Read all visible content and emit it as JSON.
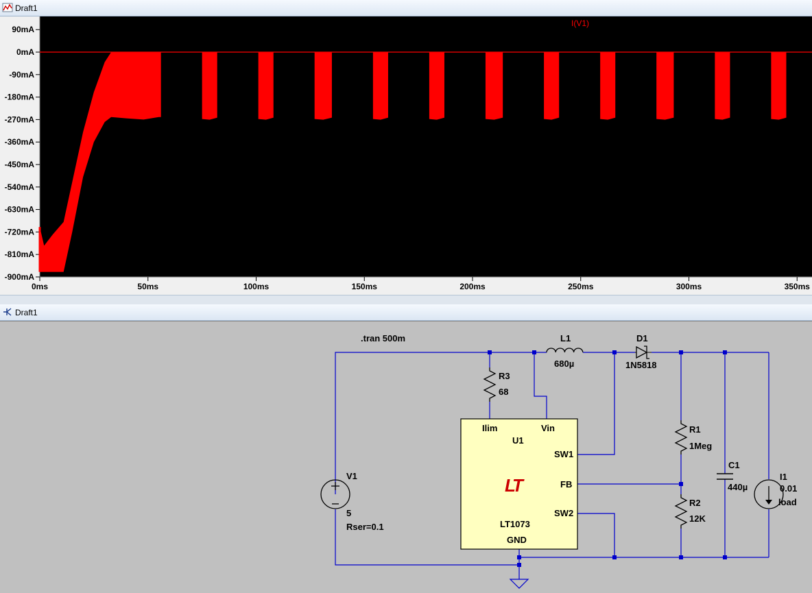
{
  "plot_window": {
    "title": "Draft1"
  },
  "schematic_window": {
    "title": "Draft1"
  },
  "chart_data": {
    "type": "line",
    "trace_label": "I(V1)",
    "trace_color": "#ff0000",
    "background": "#000000",
    "x_unit": "ms",
    "y_unit": "mA",
    "xlim": [
      0,
      355
    ],
    "ylim": [
      -900,
      90
    ],
    "x_ticks": [
      "0ms",
      "50ms",
      "100ms",
      "150ms",
      "200ms",
      "250ms",
      "300ms",
      "350ms"
    ],
    "x_tick_values": [
      0,
      50,
      100,
      150,
      200,
      250,
      300,
      350
    ],
    "y_ticks": [
      "90mA",
      "0mA",
      "-90mA",
      "-180mA",
      "-270mA",
      "-360mA",
      "-450mA",
      "-540mA",
      "-630mA",
      "-720mA",
      "-810mA",
      "-900mA"
    ],
    "y_tick_values": [
      90,
      0,
      -90,
      -180,
      -270,
      -360,
      -450,
      -540,
      -630,
      -720,
      -810,
      -900
    ],
    "startup_upper": [
      [
        0,
        -700
      ],
      [
        2,
        -775
      ],
      [
        6,
        -730
      ],
      [
        11,
        -680
      ],
      [
        15,
        -520
      ],
      [
        20,
        -320
      ],
      [
        25,
        -160
      ],
      [
        30,
        -40
      ],
      [
        33,
        0
      ]
    ],
    "startup_lower": [
      [
        0,
        -880
      ],
      [
        11,
        -880
      ],
      [
        15,
        -720
      ],
      [
        20,
        -500
      ],
      [
        25,
        -360
      ],
      [
        30,
        -280
      ],
      [
        33,
        -260
      ],
      [
        40,
        -265
      ],
      [
        48,
        -270
      ],
      [
        55,
        -260
      ]
    ],
    "startup_burst_end": 56,
    "bursts": [
      [
        75,
        82
      ],
      [
        101,
        108
      ],
      [
        127,
        135
      ],
      [
        154,
        161
      ],
      [
        180,
        187
      ],
      [
        206,
        214
      ],
      [
        233,
        240
      ],
      [
        259,
        266
      ],
      [
        285,
        293
      ],
      [
        312,
        319
      ],
      [
        338,
        345
      ]
    ],
    "burst_bottom": -268
  },
  "schematic": {
    "directive": ".tran 500m",
    "components": {
      "L1": {
        "ref": "L1",
        "value": "680µ"
      },
      "D1": {
        "ref": "D1",
        "value": "1N5818"
      },
      "R3": {
        "ref": "R3",
        "value": "68"
      },
      "R1": {
        "ref": "R1",
        "value": "1Meg"
      },
      "R2": {
        "ref": "R2",
        "value": "12K"
      },
      "C1": {
        "ref": "C1",
        "value": "440µ"
      },
      "I1": {
        "ref": "I1",
        "value": "0.01",
        "extra": "load"
      },
      "V1": {
        "ref": "V1",
        "value": "5",
        "extra": "Rser=0.1"
      },
      "U1": {
        "ref": "U1",
        "part": "LT1073",
        "logo": "LT",
        "pins": {
          "ilim": "Ilim",
          "vin": "Vin",
          "sw1": "SW1",
          "fb": "FB",
          "sw2": "SW2",
          "gnd": "GND"
        }
      }
    },
    "colors": {
      "wire": "#0000cc",
      "ic_fill": "#ffffc0",
      "logo": "#cc0000"
    }
  }
}
